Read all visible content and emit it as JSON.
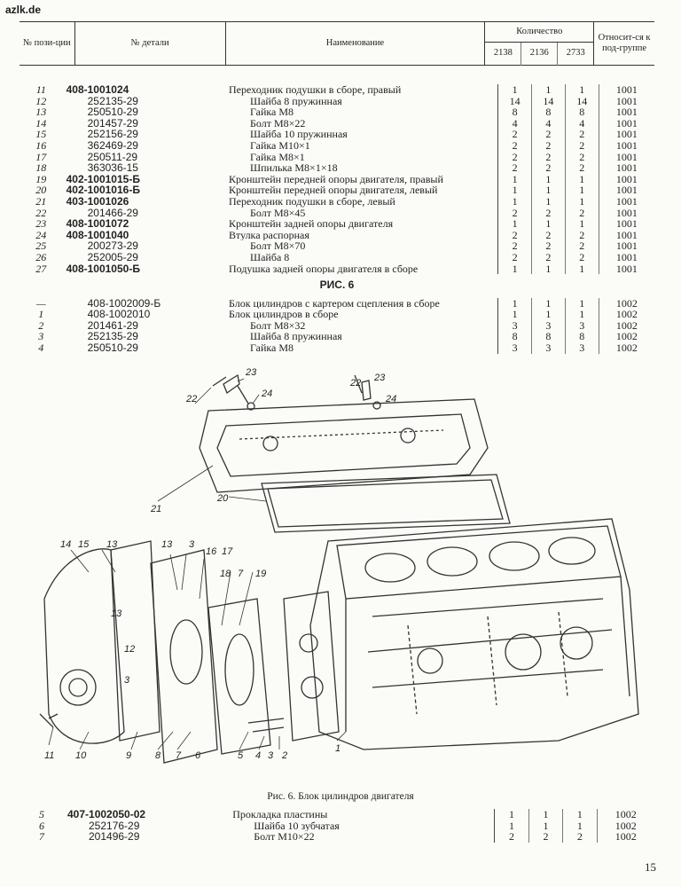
{
  "site": "azlk.de",
  "header": {
    "pos": "№ пози-ции",
    "part_no": "№ детали",
    "name": "Наименование",
    "qty": "Количество",
    "models": [
      "2138",
      "2136",
      "2733"
    ],
    "group": "Относит-ся к под-группе"
  },
  "rows": [
    {
      "pos": "11",
      "part": "408-1001024",
      "main": true,
      "name": "Переходник подушки в сборе, правый",
      "sub": false,
      "q": [
        "1",
        "1",
        "1"
      ],
      "grp": "1001"
    },
    {
      "pos": "12",
      "part": "252135-29",
      "main": false,
      "name": "Шайба 8 пружинная",
      "sub": true,
      "q": [
        "14",
        "14",
        "14"
      ],
      "grp": "1001"
    },
    {
      "pos": "13",
      "part": "250510-29",
      "main": false,
      "name": "Гайка М8",
      "sub": true,
      "q": [
        "8",
        "8",
        "8"
      ],
      "grp": "1001"
    },
    {
      "pos": "14",
      "part": "201457-29",
      "main": false,
      "name": "Болт М8×22",
      "sub": true,
      "q": [
        "4",
        "4",
        "4"
      ],
      "grp": "1001"
    },
    {
      "pos": "15",
      "part": "252156-29",
      "main": false,
      "name": "Шайба 10 пружинная",
      "sub": true,
      "q": [
        "2",
        "2",
        "2"
      ],
      "grp": "1001"
    },
    {
      "pos": "16",
      "part": "362469-29",
      "main": false,
      "name": "Гайка М10×1",
      "sub": true,
      "q": [
        "2",
        "2",
        "2"
      ],
      "grp": "1001"
    },
    {
      "pos": "17",
      "part": "250511-29",
      "main": false,
      "name": "Гайка М8×1",
      "sub": true,
      "q": [
        "2",
        "2",
        "2"
      ],
      "grp": "1001"
    },
    {
      "pos": "18",
      "part": "363036-15",
      "main": false,
      "name": "Шпилька М8×1×18",
      "sub": true,
      "q": [
        "2",
        "2",
        "2"
      ],
      "grp": "1001"
    },
    {
      "pos": "19",
      "part": "402-1001015-Б",
      "main": true,
      "name": "Кронштейн передней опоры двигателя, правый",
      "sub": false,
      "q": [
        "1",
        "1",
        "1"
      ],
      "grp": "1001"
    },
    {
      "pos": "20",
      "part": "402-1001016-Б",
      "main": true,
      "name": "Кронштейн передней опоры двигателя, левый",
      "sub": false,
      "q": [
        "1",
        "1",
        "1"
      ],
      "grp": "1001"
    },
    {
      "pos": "21",
      "part": "403-1001026",
      "main": true,
      "name": "Переходник подушки в сборе, левый",
      "sub": false,
      "q": [
        "1",
        "1",
        "1"
      ],
      "grp": "1001"
    },
    {
      "pos": "22",
      "part": "201466-29",
      "main": false,
      "name": "Болт М8×45",
      "sub": true,
      "q": [
        "2",
        "2",
        "2"
      ],
      "grp": "1001"
    },
    {
      "pos": "23",
      "part": "408-1001072",
      "main": true,
      "name": "Кронштейн задней опоры двигателя",
      "sub": false,
      "q": [
        "1",
        "1",
        "1"
      ],
      "grp": "1001"
    },
    {
      "pos": "24",
      "part": "408-1001040",
      "main": true,
      "name": "Втулка распорная",
      "sub": false,
      "q": [
        "2",
        "2",
        "2"
      ],
      "grp": "1001"
    },
    {
      "pos": "25",
      "part": "200273-29",
      "main": false,
      "name": "Болт М8×70",
      "sub": true,
      "q": [
        "2",
        "2",
        "2"
      ],
      "grp": "1001"
    },
    {
      "pos": "26",
      "part": "252005-29",
      "main": false,
      "name": "Шайба 8",
      "sub": true,
      "q": [
        "2",
        "2",
        "2"
      ],
      "grp": "1001"
    },
    {
      "pos": "27",
      "part": "408-1001050-Б",
      "main": true,
      "name": "Подушка задней опоры двигателя в сборе",
      "sub": false,
      "q": [
        "1",
        "1",
        "1"
      ],
      "grp": "1001"
    }
  ],
  "section_title": "РИС. 6",
  "rows2": [
    {
      "pos": "—",
      "part": "408-1002009-Б",
      "main": false,
      "name": "Блок цилиндров с картером сцепления в сборе",
      "sub": false,
      "q": [
        "1",
        "1",
        "1"
      ],
      "grp": "1002"
    },
    {
      "pos": "1",
      "part": "408-1002010",
      "main": false,
      "name": "Блок цилиндров в сборе",
      "sub": false,
      "q": [
        "1",
        "1",
        "1"
      ],
      "grp": "1002"
    },
    {
      "pos": "2",
      "part": "201461-29",
      "main": false,
      "name": "Болт М8×32",
      "sub": true,
      "q": [
        "3",
        "3",
        "3"
      ],
      "grp": "1002"
    },
    {
      "pos": "3",
      "part": "252135-29",
      "main": false,
      "name": "Шайба 8 пружинная",
      "sub": true,
      "q": [
        "8",
        "8",
        "8"
      ],
      "grp": "1002"
    },
    {
      "pos": "4",
      "part": "250510-29",
      "main": false,
      "name": "Гайка М8",
      "sub": true,
      "q": [
        "3",
        "3",
        "3"
      ],
      "grp": "1002"
    }
  ],
  "figure_caption": "Рис. 6. Блок цилиндров двигателя",
  "callouts": [
    "22",
    "23",
    "24",
    "22",
    "23",
    "24",
    "21",
    "20",
    "14",
    "15",
    "13",
    "13",
    "3",
    "16",
    "17",
    "18",
    "7",
    "19",
    "13",
    "12",
    "3",
    "11",
    "10",
    "9",
    "8",
    "7",
    "6",
    "5",
    "4",
    "3",
    "2",
    "1"
  ],
  "rows3": [
    {
      "pos": "5",
      "part": "407-1002050-02",
      "main": true,
      "name": "Прокладка пластины",
      "sub": false,
      "q": [
        "1",
        "1",
        "1"
      ],
      "grp": "1002"
    },
    {
      "pos": "6",
      "part": "252176-29",
      "main": false,
      "name": "Шайба 10 зубчатая",
      "sub": true,
      "q": [
        "1",
        "1",
        "1"
      ],
      "grp": "1002"
    },
    {
      "pos": "7",
      "part": "201496-29",
      "main": false,
      "name": "Болт М10×22",
      "sub": true,
      "q": [
        "2",
        "2",
        "2"
      ],
      "grp": "1002"
    }
  ],
  "page_number": "15"
}
